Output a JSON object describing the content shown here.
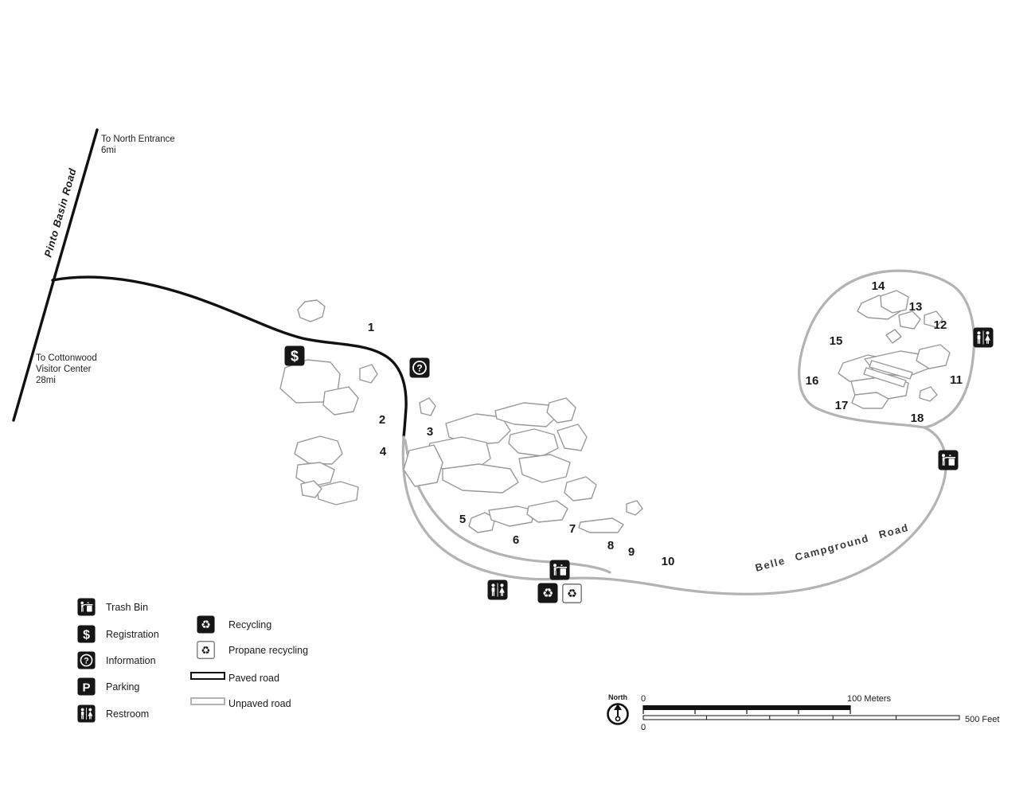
{
  "map": {
    "roads": {
      "pinto_basin_label": "Pinto Basin Road",
      "belle_campground_label": "Belle  Campground  Road"
    },
    "destinations": {
      "north_line1": "To North Entrance",
      "north_line2": "6mi",
      "cottonwood_line1": "To Cottonwood",
      "cottonwood_line2": "Visitor Center",
      "cottonwood_line3": "28mi"
    },
    "campsites": [
      "1",
      "2",
      "3",
      "4",
      "5",
      "6",
      "7",
      "8",
      "9",
      "10",
      "11",
      "12",
      "13",
      "14",
      "15",
      "16",
      "17",
      "18"
    ]
  },
  "icons": {
    "registration_glyph": "$",
    "information_glyph": "?",
    "parking_glyph": "P",
    "recycling_glyph": "♻"
  },
  "legend": {
    "items": [
      {
        "icon": "trash-bin",
        "label": "Trash Bin"
      },
      {
        "icon": "registration",
        "label": "Registration"
      },
      {
        "icon": "information",
        "label": "Information"
      },
      {
        "icon": "parking",
        "label": "Parking"
      },
      {
        "icon": "restroom",
        "label": "Restroom"
      },
      {
        "icon": "recycling",
        "label": "Recycling"
      },
      {
        "icon": "propane-recycling",
        "label": "Propane recycling"
      },
      {
        "icon": "paved-road",
        "label": "Paved road"
      },
      {
        "icon": "unpaved-road",
        "label": "Unpaved road"
      }
    ]
  },
  "scale": {
    "north_label": "North",
    "meters_zero": "0",
    "meters_label": "100 Meters",
    "feet_zero": "0",
    "feet_label": "500 Feet"
  }
}
